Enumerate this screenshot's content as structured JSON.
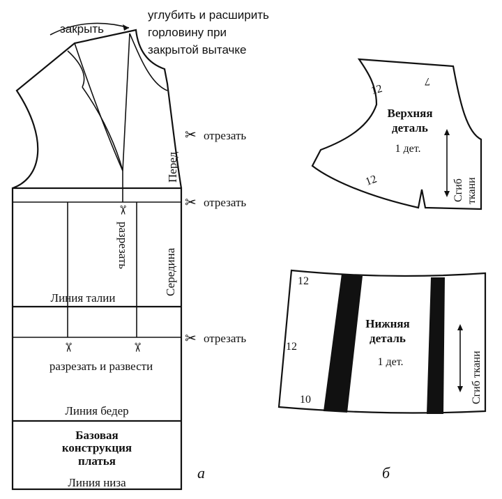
{
  "left_pattern": {
    "label_close": "закрыть",
    "note_neckline": [
      "углубить и расширить",
      "горловину при",
      "закрытой вытачке"
    ],
    "label_front": "Перед",
    "label_middle": "Середина",
    "label_cut": "разрезать",
    "cut_off_labels": [
      "отрезать",
      "отрезать",
      "отрезать"
    ],
    "label_waist": "Линия талии",
    "label_cut_spread": "разрезать и развести",
    "label_hips": "Линия бедер",
    "title_lines": [
      "Базовая",
      "конструкция",
      "платья"
    ],
    "label_hem": "Линия низа",
    "caption": "а"
  },
  "upper_piece": {
    "title_lines": [
      "Верхняя",
      "деталь"
    ],
    "count": "1 дет.",
    "fold_lines": [
      "Сгиб",
      "ткани"
    ],
    "numbers": [
      "12",
      "12",
      "7"
    ]
  },
  "lower_piece": {
    "title_lines": [
      "Нижняя",
      "деталь"
    ],
    "count": "1 дет.",
    "fold": "Сгиб ткани",
    "numbers": [
      "12",
      "12",
      "10"
    ],
    "caption": "б"
  }
}
